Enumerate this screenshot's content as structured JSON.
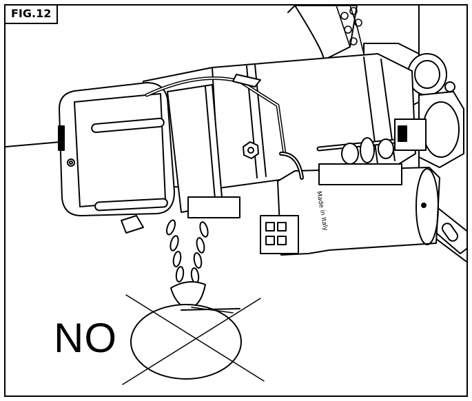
{
  "figure": {
    "label": "FIG.12",
    "no_label": "NO",
    "housing_text": "Made in Italy"
  }
}
